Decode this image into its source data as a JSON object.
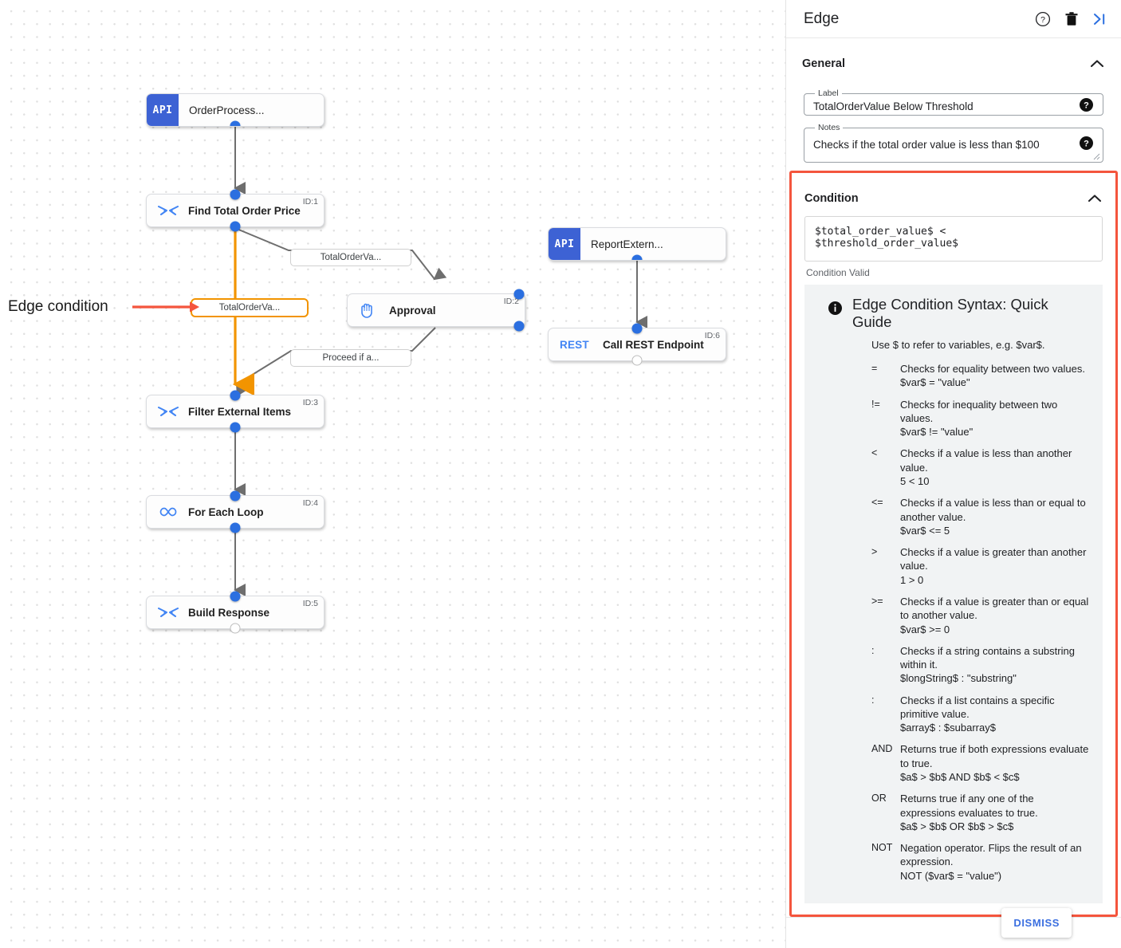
{
  "canvas": {
    "annotation": {
      "text": "Edge condition",
      "arrow_color": "#f4553d"
    },
    "nodes": [
      {
        "key": "orderprocess",
        "label": "OrderProcess...",
        "badge": "API",
        "id_text": "",
        "type": "api"
      },
      {
        "key": "find_total",
        "label": "Find Total Order Price",
        "icon": "merge-arrows-icon",
        "id_text": "ID:1",
        "type": "plain"
      },
      {
        "key": "approval",
        "label": "Approval",
        "icon": "hand-icon",
        "id_text": "ID:2",
        "type": "plain"
      },
      {
        "key": "filter_ext",
        "label": "Filter External Items",
        "icon": "merge-arrows-icon",
        "id_text": "ID:3",
        "type": "plain"
      },
      {
        "key": "for_each",
        "label": "For Each Loop",
        "icon": "infinity-icon",
        "id_text": "ID:4",
        "type": "plain"
      },
      {
        "key": "build_resp",
        "label": "Build Response",
        "icon": "merge-arrows-icon",
        "id_text": "ID:5",
        "type": "plain"
      },
      {
        "key": "reportextern",
        "label": "ReportExtern...",
        "badge": "API",
        "id_text": "",
        "type": "api"
      },
      {
        "key": "call_rest",
        "label": "Call REST Endpoint",
        "badge": "REST",
        "id_text": "ID:6",
        "type": "plain"
      }
    ],
    "edge_labels": [
      {
        "key": "to_approval",
        "text": "TotalOrderVa...",
        "selected": false
      },
      {
        "key": "selected_edge",
        "text": "TotalOrderVa...",
        "selected": true
      },
      {
        "key": "proceed",
        "text": "Proceed if a...",
        "selected": false
      }
    ],
    "edge_color_selected": "#f29400",
    "edge_color_default": "#6e6e6e"
  },
  "panel": {
    "title": "Edge",
    "icons": {
      "help": "help-circle-icon",
      "delete": "trash-icon",
      "collapse": "collapse-panel-icon"
    },
    "general": {
      "title": "General",
      "label_field": {
        "legend": "Label",
        "value": "TotalOrderValue Below Threshold",
        "help": "help-badge-icon"
      },
      "notes_field": {
        "legend": "Notes",
        "value": "Checks if the total order value is less than $100",
        "help": "help-badge-icon"
      }
    },
    "condition": {
      "title": "Condition",
      "expression": "$total_order_value$ < $threshold_order_value$",
      "validity": "Condition Valid",
      "highlight_color": "#f4553d",
      "guide": {
        "title": "Edge Condition Syntax: Quick Guide",
        "intro": "Use $ to refer to variables, e.g. $var$.",
        "rows": [
          {
            "symbol": "=",
            "desc": "Checks for equality between two values.",
            "example": "$var$ = \"value\""
          },
          {
            "symbol": "!=",
            "desc": "Checks for inequality between two values.",
            "example": "$var$ != \"value\""
          },
          {
            "symbol": "<",
            "desc": "Checks if a value is less than another value.",
            "example": "5 < 10"
          },
          {
            "symbol": "<=",
            "desc": "Checks if a value is less than or equal to another value.",
            "example": "$var$ <= 5"
          },
          {
            "symbol": ">",
            "desc": "Checks if a value is greater than another value.",
            "example": "1 > 0"
          },
          {
            "symbol": ">=",
            "desc": "Checks if a value is greater than or equal to another value.",
            "example": "$var$ >= 0"
          },
          {
            "symbol": ":",
            "desc": "Checks if a string contains a substring within it.",
            "example": "$longString$ : \"substring\""
          },
          {
            "symbol": ":",
            "desc": "Checks if a list contains a specific primitive value.",
            "example": "$array$ : $subarray$"
          },
          {
            "symbol": "AND",
            "desc": "Returns true if both expressions evaluate to true.",
            "example": "$a$ > $b$ AND $b$ < $c$"
          },
          {
            "symbol": "OR",
            "desc": "Returns true if any one of the expressions evaluates to true.",
            "example": "$a$ > $b$ OR $b$ > $c$"
          },
          {
            "symbol": "NOT",
            "desc": "Negation operator. Flips the result of an expression.",
            "example": "NOT ($var$ = \"value\")"
          }
        ]
      }
    },
    "footer": {
      "dismiss_label": "DISMISS"
    }
  }
}
